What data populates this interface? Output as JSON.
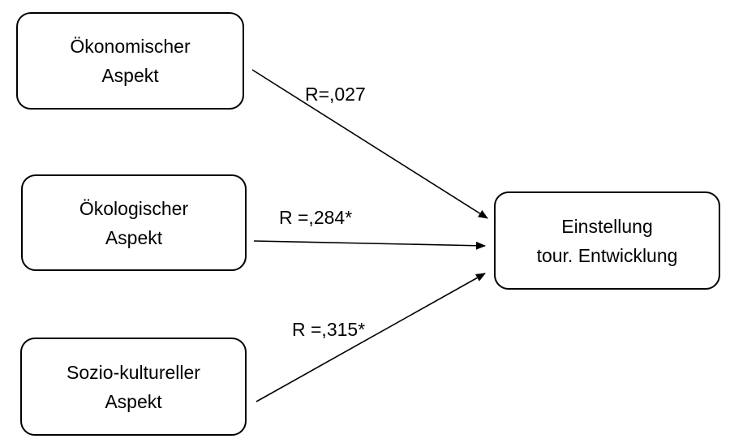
{
  "boxes": {
    "oekonomisch": {
      "line1": "Ökonomischer",
      "line2": "Aspekt"
    },
    "oekologisch": {
      "line1": "Ökologischer",
      "line2": "Aspekt"
    },
    "sozio": {
      "line1": "Sozio-kultureller",
      "line2": "Aspekt"
    },
    "einstellung": {
      "line1": "Einstellung",
      "line2": "tour. Entwicklung"
    }
  },
  "paths": [
    {
      "from": "Ökonomischer Aspekt",
      "to": "Einstellung tour. Entwicklung",
      "label": "R=,027"
    },
    {
      "from": "Ökologischer Aspekt",
      "to": "Einstellung tour. Entwicklung",
      "label": "R =,284*"
    },
    {
      "from": "Sozio-kultureller Aspekt",
      "to": "Einstellung tour. Entwicklung",
      "label": "R =,315*"
    }
  ],
  "colors": {
    "line": "#000000",
    "background": "#ffffff"
  }
}
